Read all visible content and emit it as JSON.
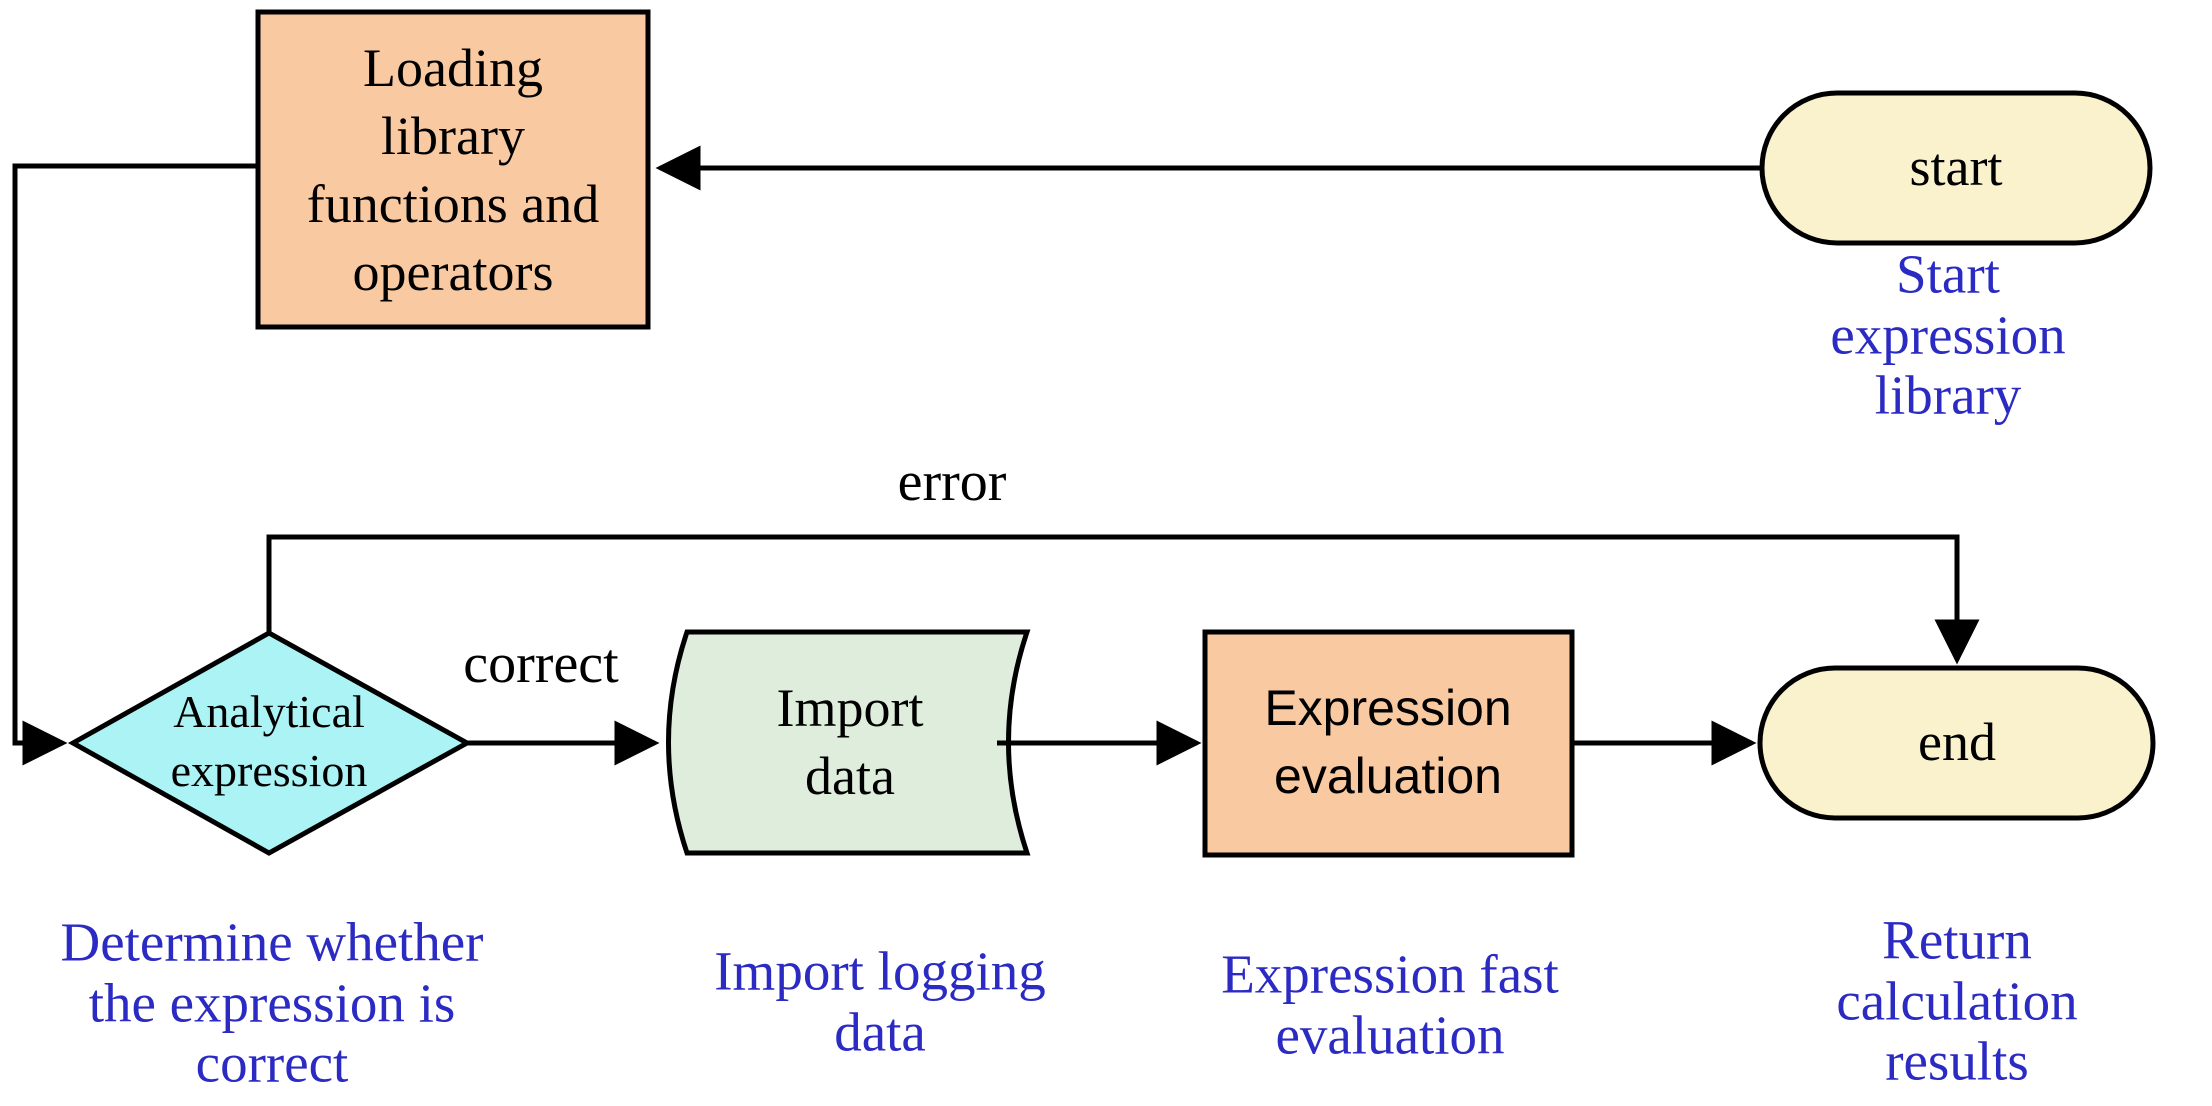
{
  "nodes": {
    "start": {
      "label": "start",
      "caption": "Start expression\nlibrary"
    },
    "loading": {
      "label": "Loading\nlibrary\nfunctions and\noperators"
    },
    "decision": {
      "label": "Analytical\nexpression",
      "caption": "Determine whether\nthe expression is\ncorrect"
    },
    "import_data": {
      "label": "Import\ndata",
      "caption": "Import logging\ndata"
    },
    "evaluation": {
      "label": "Expression\nevaluation",
      "caption": "Expression fast\nevaluation"
    },
    "end": {
      "label": "end",
      "caption": "Return calculation\nresults"
    }
  },
  "edges": {
    "correct_label": "correct",
    "error_label": "error"
  },
  "colors": {
    "process_fill": "#F9C9A1",
    "terminator_fill": "#FAF1CD",
    "decision_fill": "#ABF3F4",
    "data_fill": "#DFEEDC",
    "caption_text": "#2B2BC4",
    "stroke": "#000000"
  }
}
